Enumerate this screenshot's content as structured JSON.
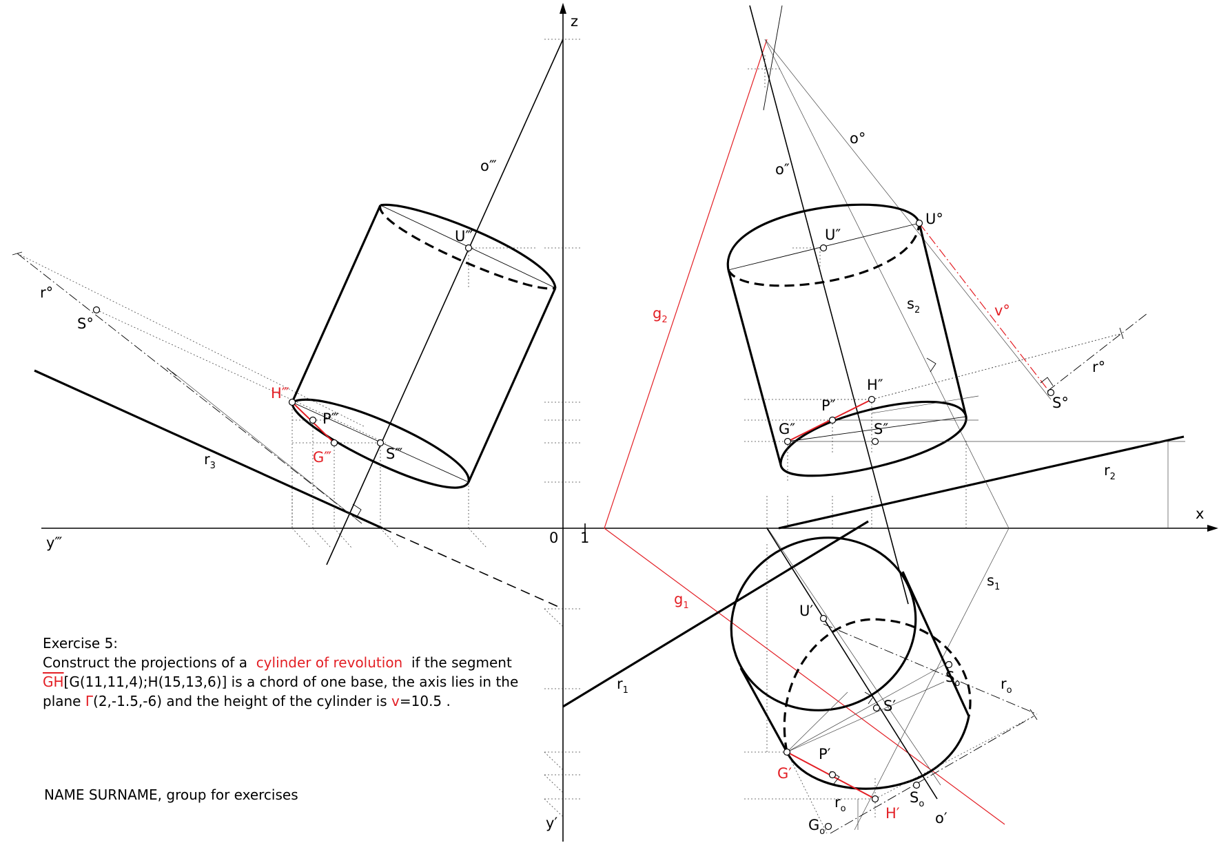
{
  "exercise": {
    "title": "Exercise 5:",
    "line1_a": "Construct the projections of a",
    "line1_red": "cylinder of revolution",
    "line1_b": "if the segment",
    "line2_red": "GH",
    "line2_b": "[G(11,11,4);H(15,13,6)] is a chord of one base,  the axis lies in the",
    "line3_a": "plane",
    "line3_red": "Γ",
    "line3_b": "(2,-1.5,-6) and the height of the cylinder is",
    "line4_red": "v",
    "line4_b": "=10.5 ."
  },
  "author": "NAME SURNAME, group for exercises",
  "axes": {
    "x": "x",
    "z": "z",
    "y3": "y‴",
    "y1": "y′",
    "origin": "0",
    "unit": "1"
  },
  "labels": {
    "o3": "o‴",
    "o2": "o″",
    "o1": "o′",
    "oo": "o°",
    "U3": "U‴",
    "U2": "U″",
    "U1": "U′",
    "Uo": "U°",
    "H3": "H‴",
    "G3": "G‴",
    "P3": "P‴",
    "S3": "S‴",
    "H2": "H″",
    "G2": "G″",
    "P2": "P″",
    "S2": "S″",
    "H1": "H′",
    "G1": "G′",
    "P1": "P′",
    "S1": "S′",
    "ro_left": "r°",
    "So_left": "S°",
    "ro_right": "r°",
    "So_right": "S°",
    "vo": "v°",
    "g2": "g",
    "g2_sub": "2",
    "g1": "g",
    "g1_sub": "1",
    "r1": "r",
    "r1_sub": "1",
    "r2": "r",
    "r2_sub": "2",
    "r3": "r",
    "r3_sub": "3",
    "s1": "s",
    "s1_sub": "1",
    "s2": "s",
    "s2_sub": "2",
    "So_a": "S",
    "So_a_sub": "o",
    "So_b": "S",
    "So_b_sub": "o",
    "ro_a": "r",
    "ro_a_sub": "o",
    "ro_b": "r",
    "ro_b_sub": "o",
    "Go": "G",
    "Go_sub": "o"
  },
  "colors": {
    "accent": "#e31e24",
    "ink": "#000000"
  }
}
